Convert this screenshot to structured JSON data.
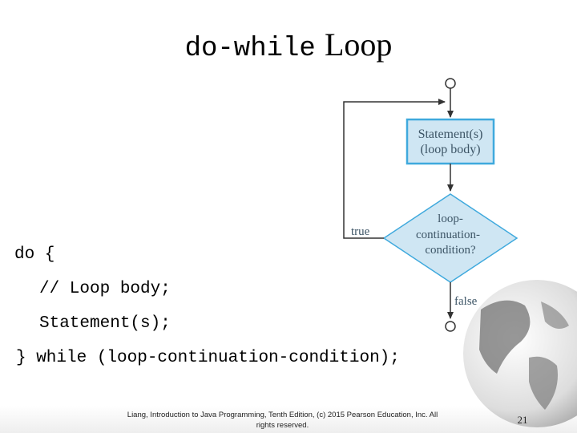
{
  "slide": {
    "title_code": "do-while",
    "title_text": "Loop",
    "page_number": "21",
    "footer_line1": "Liang, Introduction to Java Programming, Tenth Edition, (c) 2015 Pearson Education, Inc. All",
    "footer_line2": "rights reserved."
  },
  "code": {
    "line1": "do {",
    "line2": "// Loop body;",
    "line3": "Statement(s);",
    "line4": "} while (loop-continuation-condition);"
  },
  "flowchart": {
    "statement_line1": "Statement(s)",
    "statement_line2": "(loop body)",
    "condition_line1": "loop-",
    "condition_line2": "continuation-",
    "condition_line3": "condition?",
    "true_label": "true",
    "false_label": "false"
  },
  "colors": {
    "box_fill": "#cfe6f3",
    "box_stroke": "#3fa9dd",
    "flow_text": "#3d5566",
    "line": "#333333"
  }
}
